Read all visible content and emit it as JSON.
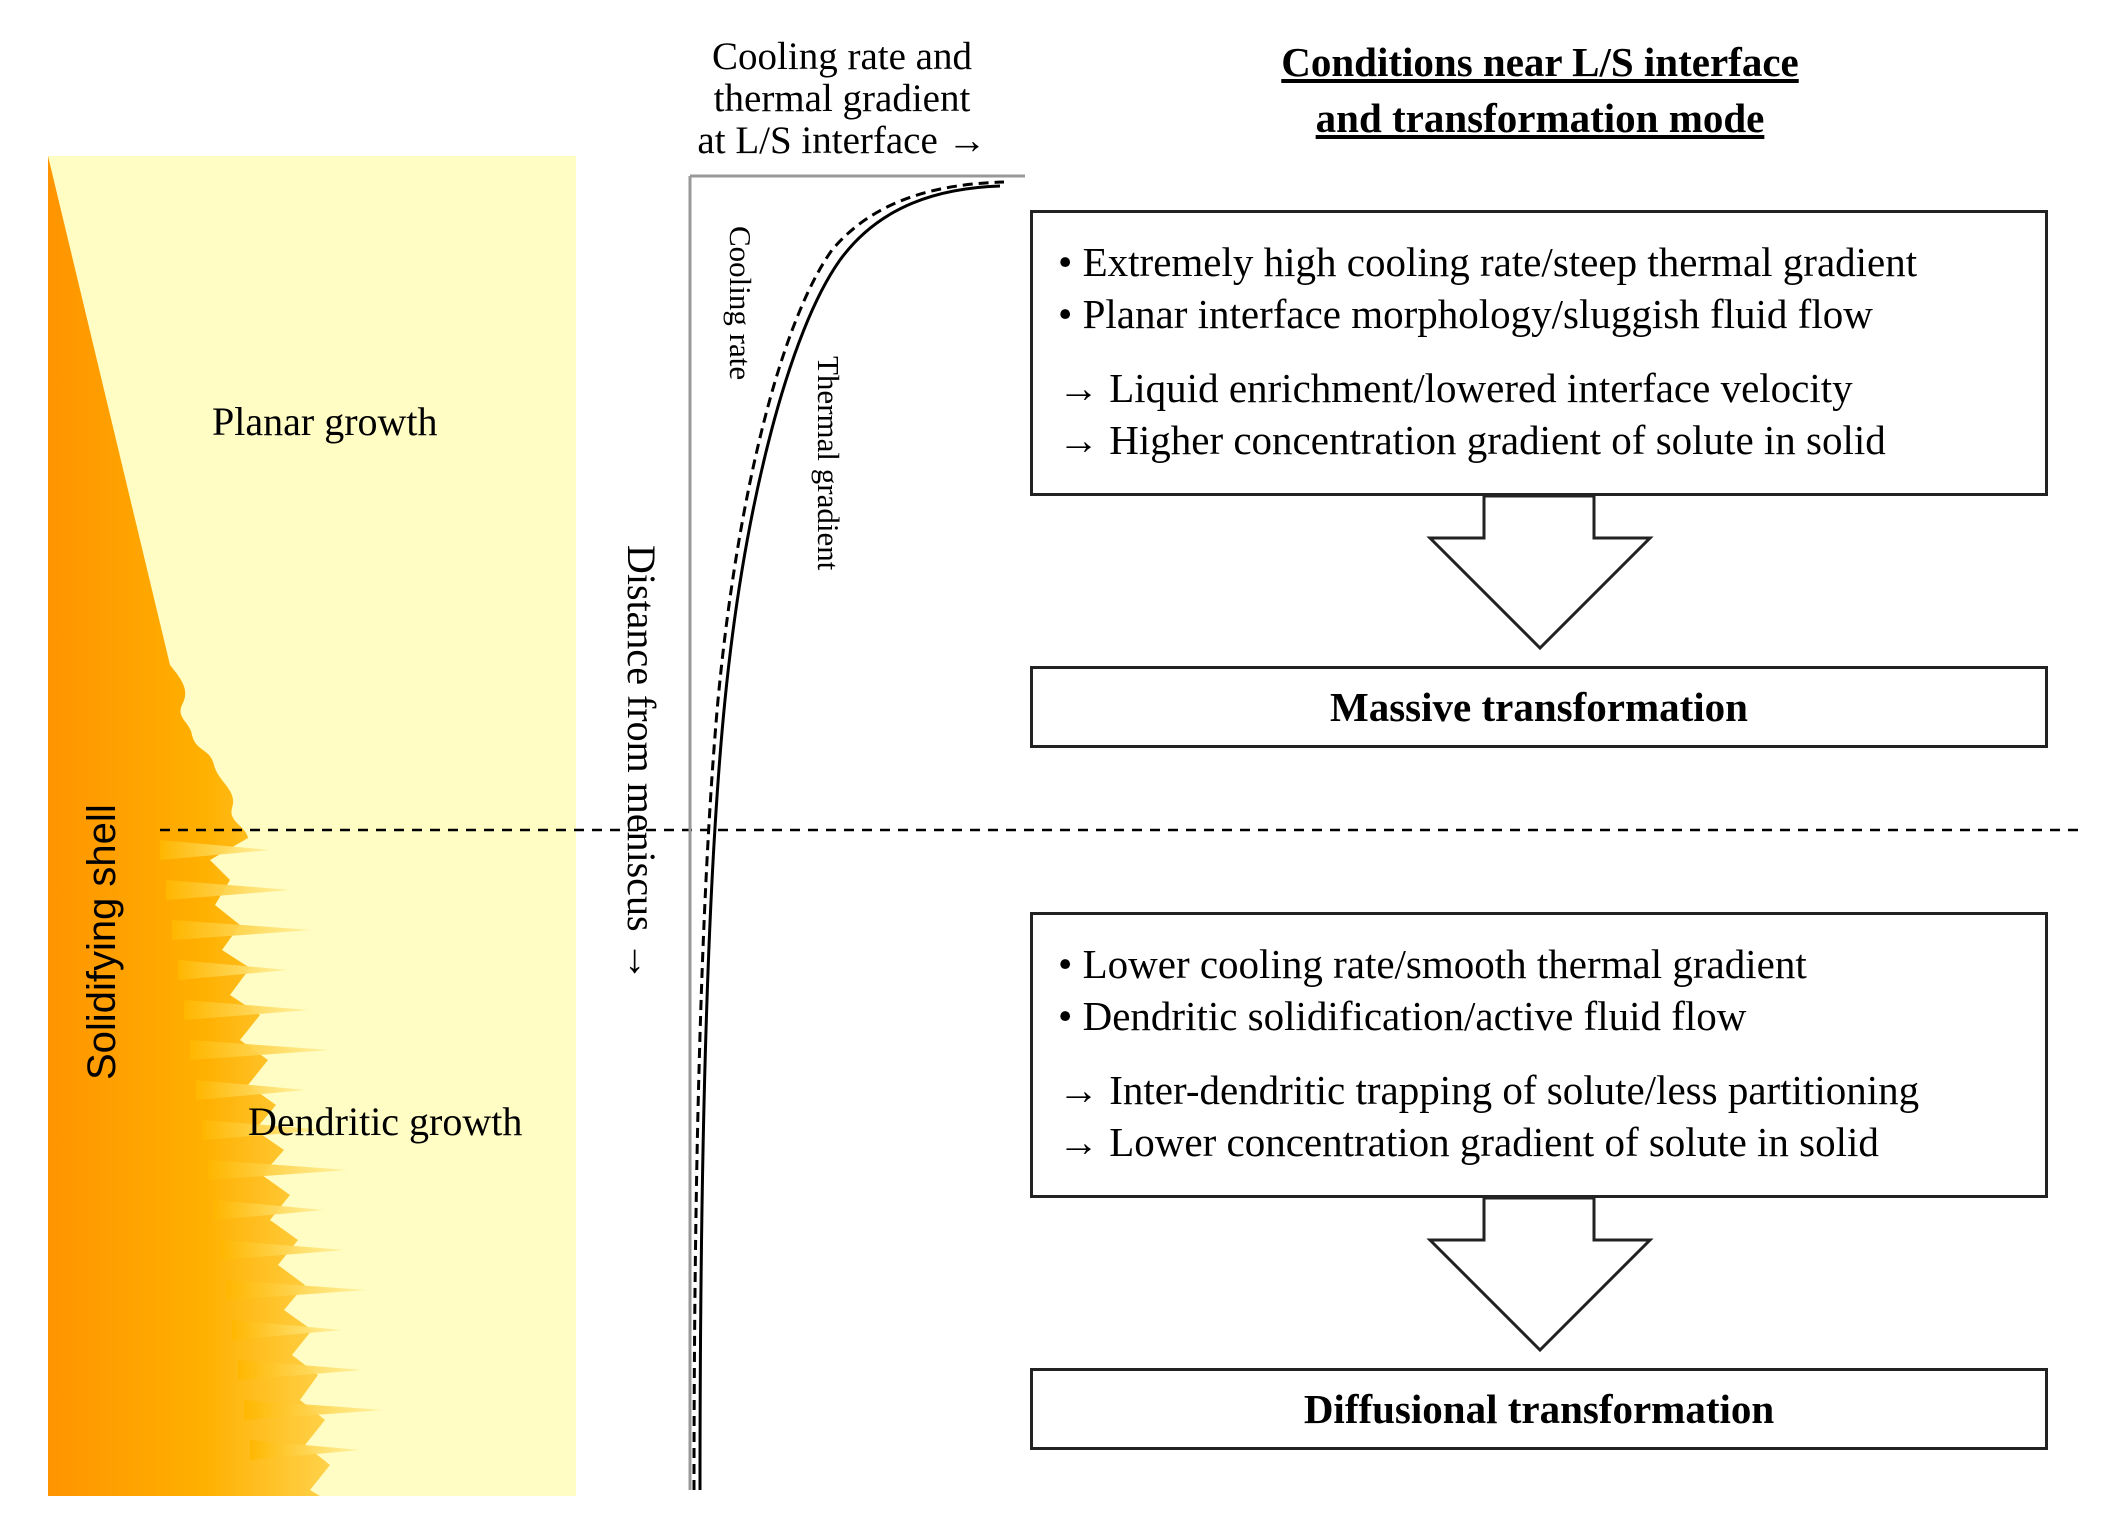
{
  "left_panel": {
    "shell_label": "Solidifying shell",
    "planar_label": "Planar growth",
    "dendritic_label": "Dendritic growth",
    "colors": {
      "shell": "#ff9a00",
      "liquid": "#fffcc4",
      "dendrite": "#ffc21a"
    }
  },
  "middle_panel": {
    "top_label_lines": [
      "Cooling rate and",
      "thermal gradient",
      "at L/S interface →"
    ],
    "vertical_axis_label": "Distance from meniscus →",
    "cooling_rate_label": "Cooling rate",
    "thermal_gradient_label": "Thermal gradient"
  },
  "right_panel": {
    "heading_lines": [
      "Conditions near L/S interface",
      "and transformation mode"
    ],
    "upper_box": {
      "lines": [
        "• Extremely high cooling rate/steep thermal gradient",
        "• Planar interface morphology/sluggish fluid flow",
        "→ Liquid enrichment/lowered interface velocity",
        "→ Higher concentration gradient of solute in solid"
      ],
      "result": "Massive transformation"
    },
    "lower_box": {
      "lines": [
        "• Lower cooling rate/smooth thermal gradient",
        "• Dendritic solidification/active fluid flow",
        "→ Inter-dendritic trapping of solute/less partitioning",
        "→ Lower concentration gradient of solute in solid"
      ],
      "result": "Diffusional transformation"
    }
  }
}
